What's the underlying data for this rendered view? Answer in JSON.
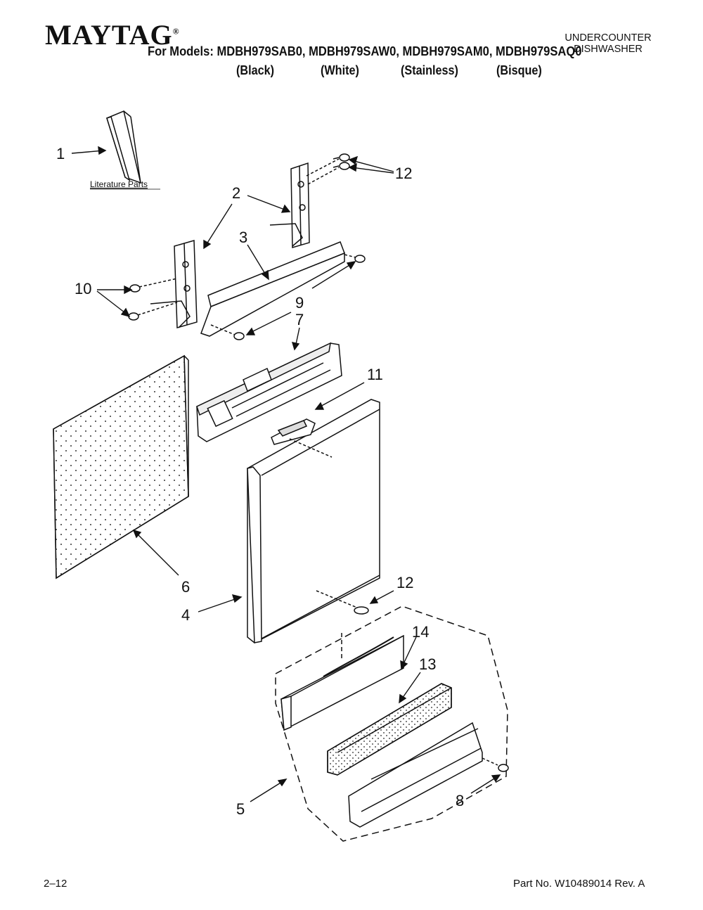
{
  "header": {
    "brand": "MAYTAG",
    "brand_mark": "®",
    "models_line": "For Models: MDBH979SAB0, MDBH979SAW0, MDBH979SAM0, MDBH979SAQ0",
    "variants": [
      "(Black)",
      "(White)",
      "(Stainless)",
      "(Bisque)"
    ],
    "category_line1": "UNDERCOUNTER",
    "category_line2": "DISHWASHER"
  },
  "diagram": {
    "literature_label": "Literature Parts",
    "callouts": [
      "1",
      "2",
      "3",
      "4",
      "5",
      "6",
      "7",
      "8",
      "9",
      "10",
      "11",
      "12",
      "12",
      "13",
      "14"
    ]
  },
  "footer": {
    "page": "2–12",
    "part_number": "Part No. W10489014 Rev. A"
  }
}
